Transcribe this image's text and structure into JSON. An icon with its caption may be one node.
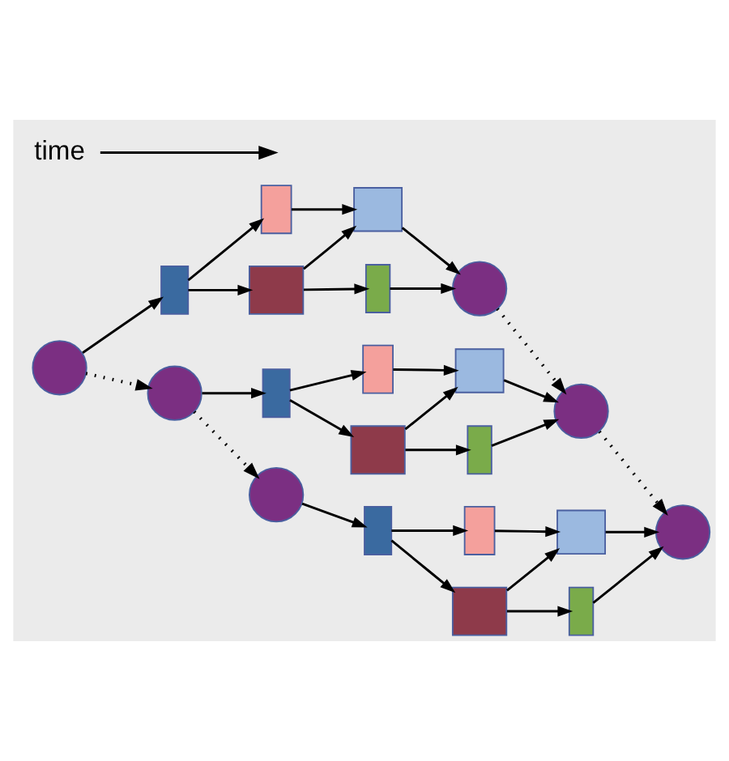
{
  "diagram": {
    "nodes": [
      {
        "text": [],
        "shape": "circle"
      },
      {
        "text": [],
        "shape": "box"
      },
      {
        "text": [],
        "shape": "box"
      },
      {
        "text": [],
        "shape": "box"
      },
      {
        "text": [],
        "shape": "box"
      },
      {
        "text": [],
        "shape": "box"
      },
      {
        "text": [],
        "shape": "circle"
      },
      {
        "text": [],
        "shape": "circle"
      },
      {
        "text": [],
        "shape": "box"
      },
      {
        "text": [],
        "shape": "box"
      },
      {
        "text": [],
        "shape": "box"
      },
      {
        "text": [],
        "shape": "box"
      },
      {
        "text": [],
        "shape": "box"
      },
      {
        "text": [],
        "shape": "circle"
      },
      {
        "text": [],
        "shape": "circle"
      },
      {
        "text": [],
        "shape": "box"
      },
      {
        "text": [],
        "shape": "box"
      },
      {
        "text": [],
        "shape": "box"
      },
      {
        "text": [],
        "shape": "box"
      },
      {
        "text": [],
        "shape": "box"
      },
      {
        "text": [],
        "shape": "circle"
      }
    ],
    "edges": [
      {
        "from": 0,
        "to": 1,
        "arrow": "to"
      },
      {
        "from": 1,
        "to": 2,
        "arrow": "to"
      },
      {
        "from": 1,
        "to": 4,
        "arrow": "to"
      },
      {
        "from": 2,
        "to": 3,
        "arrow": "to"
      },
      {
        "from": 4,
        "to": 3,
        "arrow": "to"
      },
      {
        "from": 4,
        "to": 5,
        "arrow": "to"
      },
      {
        "from": 3,
        "to": 6,
        "arrow": "to"
      },
      {
        "from": 5,
        "to": 6,
        "arrow": "to"
      },
      {
        "from": 7,
        "to": 8,
        "arrow": "to"
      },
      {
        "from": 8,
        "to": 9,
        "arrow": "to"
      },
      {
        "from": 8,
        "to": 11,
        "arrow": "to"
      },
      {
        "from": 9,
        "to": 10,
        "arrow": "to"
      },
      {
        "from": 11,
        "to": 10,
        "arrow": "to"
      },
      {
        "from": 11,
        "to": 12,
        "arrow": "to"
      },
      {
        "from": 10,
        "to": 13,
        "arrow": "to"
      },
      {
        "from": 12,
        "to": 13,
        "arrow": "to"
      },
      {
        "from": 14,
        "to": 15,
        "arrow": "to"
      },
      {
        "from": 15,
        "to": 16,
        "arrow": "to"
      },
      {
        "from": 15,
        "to": 18,
        "arrow": "to"
      },
      {
        "from": 16,
        "to": 17,
        "arrow": "to"
      },
      {
        "from": 18,
        "to": 17,
        "arrow": "to"
      },
      {
        "from": 18,
        "to": 19,
        "arrow": "to"
      },
      {
        "from": 17,
        "to": 20,
        "arrow": "to"
      },
      {
        "from": 19,
        "to": 20,
        "arrow": "to"
      },
      {
        "from": 0,
        "to": 7,
        "arrow": "to",
        "style": "dashed"
      },
      {
        "from": 7,
        "to": 14,
        "arrow": "to",
        "style": "dashed"
      },
      {
        "from": 6,
        "to": 13,
        "arrow": "to",
        "style": "dashed"
      },
      {
        "from": 13,
        "to": 20,
        "arrow": "to",
        "style": "dashed"
      }
    ],
    "labels": [
      "time"
    ]
  }
}
